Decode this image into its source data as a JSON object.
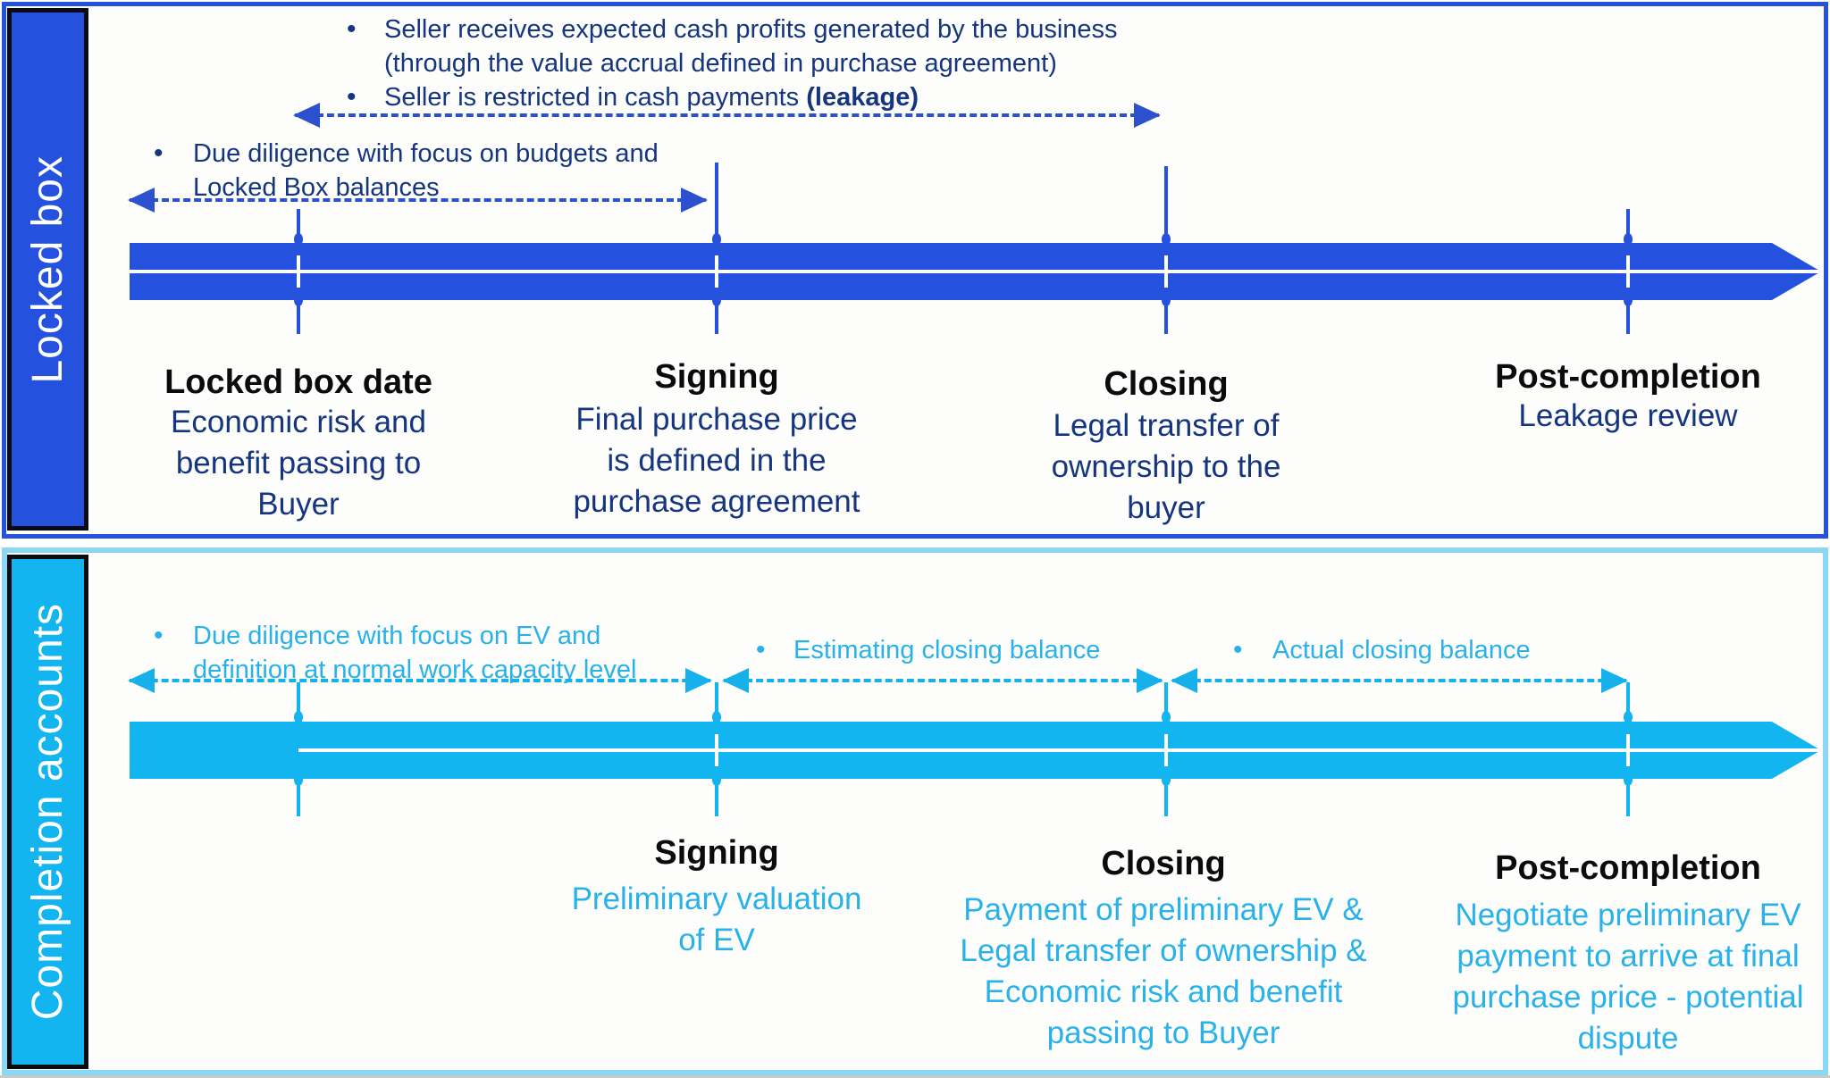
{
  "colors": {
    "locked_box_blue": "#2452DE",
    "locked_box_text_navy": "#15357E",
    "locked_box_arrow_blue": "#2C50CE",
    "completion_cyan": "#12B5EF",
    "completion_panel_border": "#8AD7F4",
    "completion_text_cyan": "#29B2EA",
    "milestone_title_black": "#0B0B0D"
  },
  "locked_box": {
    "sidebar_label": "Locked box",
    "bullet_notes": {
      "seller_profits": [
        "Seller receives expected cash profits generated by the business",
        "(through the value accrual defined in purchase agreement)"
      ],
      "seller_restricted": {
        "text": "Seller is restricted in cash payments ",
        "bold": "(leakage)"
      },
      "due_diligence": [
        "Due diligence with focus on budgets and",
        "Locked Box balances"
      ]
    },
    "milestones": [
      {
        "title": "Locked box date",
        "desc_lines": [
          "Economic risk and",
          "benefit passing to",
          "Buyer"
        ]
      },
      {
        "title": "Signing",
        "desc_lines": [
          "Final purchase price",
          "is defined in the",
          "purchase agreement"
        ]
      },
      {
        "title": "Closing",
        "desc_lines": [
          "Legal transfer of",
          "ownership to the",
          "buyer"
        ]
      },
      {
        "title": "Post-completion",
        "desc_lines": [
          "Leakage review"
        ]
      }
    ]
  },
  "completion_accounts": {
    "sidebar_label": "Completion accounts",
    "bullet_notes": {
      "due_diligence": [
        "Due diligence with focus on EV and",
        "definition at normal work capacity level"
      ],
      "estimating": "Estimating closing balance",
      "actual": "Actual closing balance"
    },
    "milestones": [
      {
        "title": "Signing",
        "desc_lines": [
          "Preliminary valuation",
          "of EV"
        ]
      },
      {
        "title": "Closing",
        "desc_lines": [
          "Payment of preliminary EV &",
          "Legal transfer of ownership &",
          "Economic risk and benefit",
          "passing to Buyer"
        ]
      },
      {
        "title": "Post-completion",
        "desc_lines": [
          "Negotiate preliminary EV",
          "payment to arrive at final",
          "purchase price - potential",
          "dispute"
        ]
      }
    ]
  }
}
